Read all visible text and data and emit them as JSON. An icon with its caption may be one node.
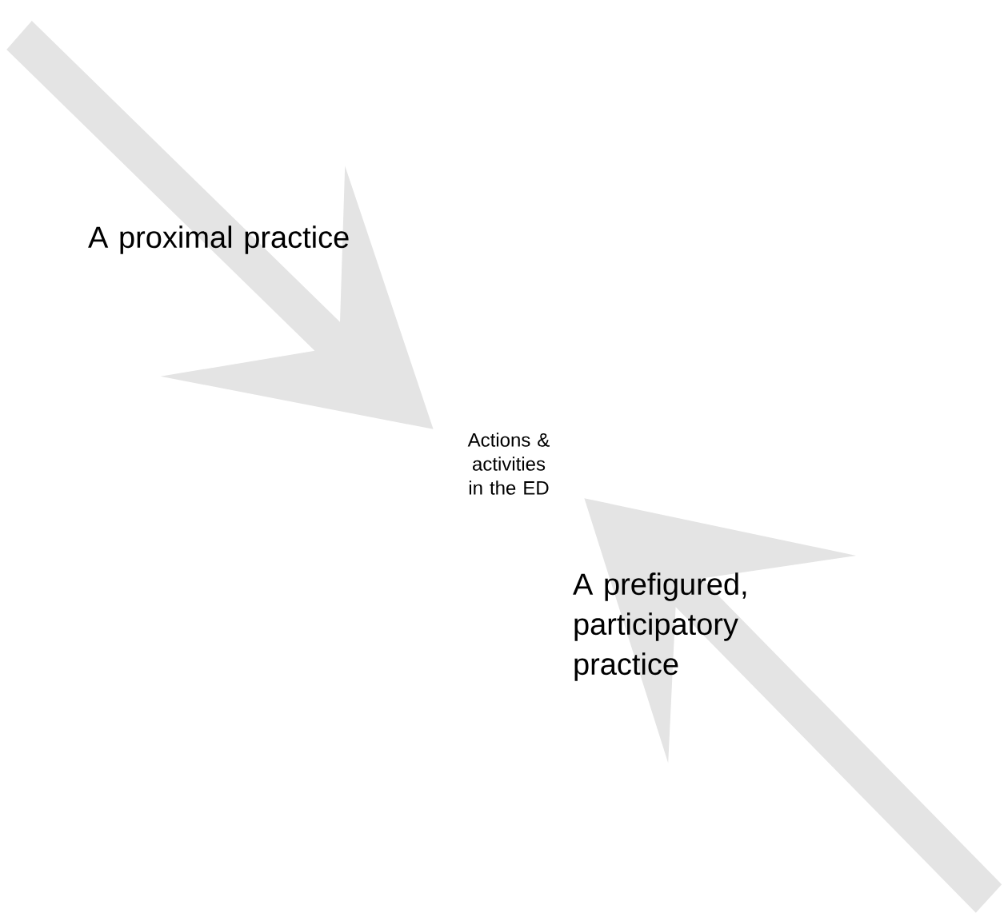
{
  "diagram": {
    "nodes": [
      {
        "text": [
          "A proximal practice"
        ]
      },
      {
        "text": [
          "Actions & activities in the ED"
        ]
      },
      {
        "text": [
          "A prefigured, participatory practice"
        ]
      }
    ],
    "edges": [
      {
        "from": null,
        "to": 1,
        "arrow": "to"
      },
      {
        "from": null,
        "to": 1,
        "arrow": "to"
      }
    ]
  }
}
